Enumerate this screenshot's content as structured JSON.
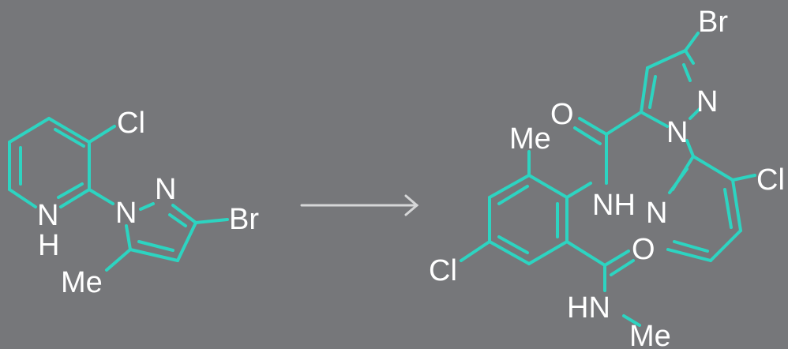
{
  "colors": {
    "background": "#76777a",
    "bond": "#2dd4c1",
    "arrow": "#d6d7d8",
    "label": "#ffffff"
  },
  "reactant": {
    "cl": "Cl",
    "n_pyridine": "N",
    "h_pyridine": "H",
    "n1_pyrazole": "N",
    "n2_pyrazole": "N",
    "br": "Br",
    "me": "Me"
  },
  "product": {
    "br": "Br",
    "o_top": "O",
    "n_pyrazole2": "N",
    "n_pyrazole1": "N",
    "me_top": "Me",
    "nh": "NH",
    "cl_right": "Cl",
    "n_pyridine": "N",
    "o_amide": "O",
    "cl_left": "Cl",
    "hn": "HN",
    "me_bottom": "Me"
  }
}
